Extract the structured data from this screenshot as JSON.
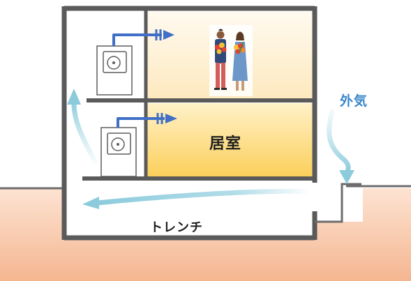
{
  "labels": {
    "room": "居室",
    "trench": "トレンチ",
    "outside_air": "外気"
  },
  "colors": {
    "ground": "#f6c9ad",
    "wall": "#5a5a5a",
    "room_warm": "#fcd877",
    "room_light": "#fff3d6",
    "duct_blue": "#3f6fc6",
    "airflow": "#a9d9e6",
    "label_blue": "#3a86c8"
  },
  "icons": [
    "fan-unit-icon",
    "people-with-bouquet-illustration",
    "airflow-arrow-icon",
    "duct-arrow-icon"
  ]
}
